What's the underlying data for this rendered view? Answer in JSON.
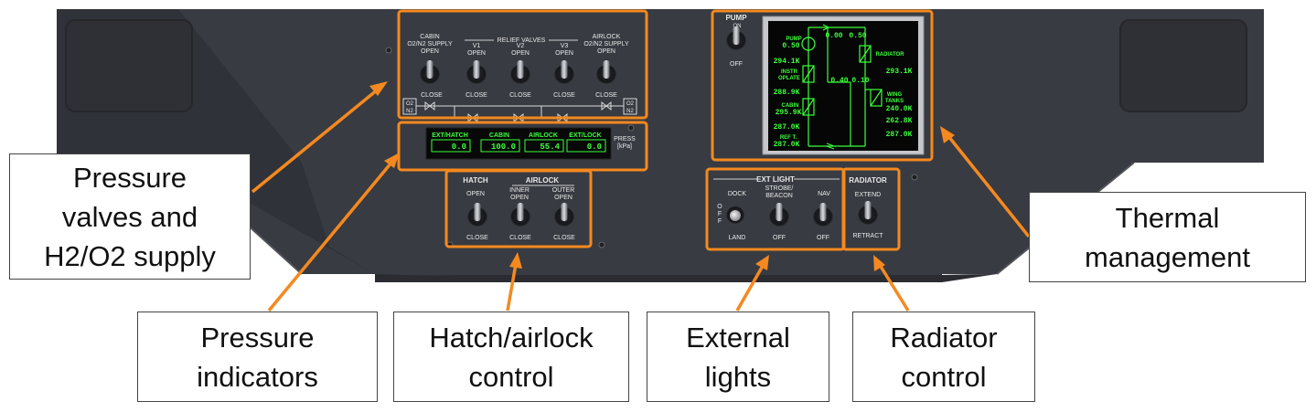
{
  "callouts": {
    "pressure_valves": "Pressure\nvalves and\nH2/O2 supply",
    "pressure_indicators": "Pressure\nindicators",
    "hatch_airlock": "Hatch/airlock\ncontrol",
    "external_lights": "External\nlights",
    "radiator_control": "Radiator\ncontrol",
    "thermal_management": "Thermal\nmanagement"
  },
  "relief_valves": {
    "group_title": "RELIEF VALVES",
    "cabin_supply": [
      "CABIN",
      "O2/N2 SUPPLY",
      "OPEN"
    ],
    "v1": [
      "V1",
      "OPEN"
    ],
    "v2": [
      "V2",
      "OPEN"
    ],
    "v3": [
      "V3",
      "OPEN"
    ],
    "airlock_supply": [
      "AIRLOCK",
      "O2/N2 SUPPLY",
      "OPEN"
    ],
    "close": "CLOSE",
    "gas_left": [
      "O2",
      "N2"
    ],
    "gas_right": [
      "O2",
      "N2"
    ]
  },
  "pressure": {
    "headers": [
      "EXT/HATCH",
      "CABIN",
      "AIRLOCK",
      "EXT/LOCK"
    ],
    "values": [
      "0.0",
      "100.0",
      "55.4",
      "0.0"
    ],
    "unit_label": [
      "PRESS",
      "[kPa]"
    ]
  },
  "hatch": {
    "hatch_title": "HATCH",
    "airlock_title": "AIRLOCK",
    "hatch_open": "OPEN",
    "inner": [
      "INNER",
      "OPEN"
    ],
    "outer": [
      "OUTER",
      "OPEN"
    ],
    "close": "CLOSE"
  },
  "ext_light": {
    "title": "EXT LIGHT",
    "dock": "DOCK",
    "strobe": [
      "STROBE/",
      "BEACON"
    ],
    "nav": "NAV",
    "off_vertical": [
      "O",
      "F",
      "F"
    ],
    "land": "LAND",
    "off": "OFF"
  },
  "radiator": {
    "title": "RADIATOR",
    "extend": "EXTEND",
    "retract": "RETRACT"
  },
  "pump": {
    "title": "PUMP",
    "on": "ON",
    "off": "OFF"
  },
  "thermal": {
    "pump_label": "PUMP",
    "pump_value": "0.50",
    "top_values": [
      "0.00",
      "0.50"
    ],
    "mid_values": [
      "0.40",
      "0.10"
    ],
    "temps_left": [
      "294.1K",
      "288.9K",
      "295.9K",
      "287.0K",
      "287.0K"
    ],
    "instr_label": [
      "INSTR",
      "OPLATE"
    ],
    "cabin_label": "CABIN",
    "ref_label": "REF T.",
    "radiator_label": "RADIATOR",
    "temps_right": [
      "293.1K",
      "240.0K",
      "262.8K",
      "287.0K"
    ],
    "wing_label": [
      "WING",
      "TANKS"
    ]
  },
  "colors": {
    "highlight": "#f5891f",
    "panel": "#3b3e45",
    "lcd": "#3cff3c"
  }
}
